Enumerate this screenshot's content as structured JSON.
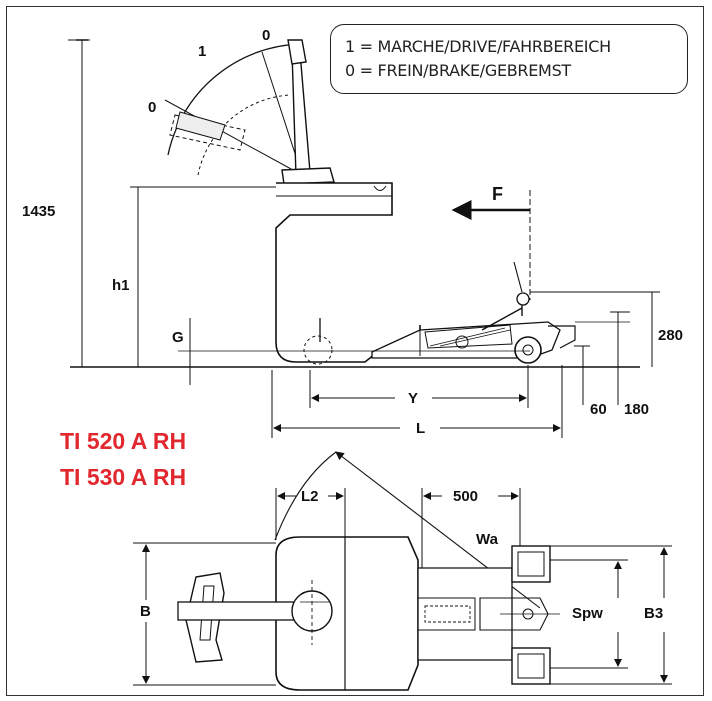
{
  "legend": {
    "line1": "1 = MARCHE/DRIVE/FAHRBEREICH",
    "line2": "0 = FREIN/BRAKE/GEBREMST"
  },
  "models": [
    "TI 520 A RH",
    "TI 530 A RH"
  ],
  "dimensions": {
    "height_total": "1435",
    "h1": "h1",
    "g": "G",
    "force": "F",
    "h280": "280",
    "y": "Y",
    "l": "L",
    "h60": "60",
    "h180": "180",
    "l2": "L2",
    "d500": "500",
    "wa": "Wa",
    "b": "B",
    "spw": "Spw",
    "b3": "B3"
  },
  "tiller_angles": {
    "brake_upper": "0",
    "drive": "1",
    "brake_lower": "0"
  },
  "colors": {
    "model_text": "#e0282e",
    "line": "#111111"
  }
}
